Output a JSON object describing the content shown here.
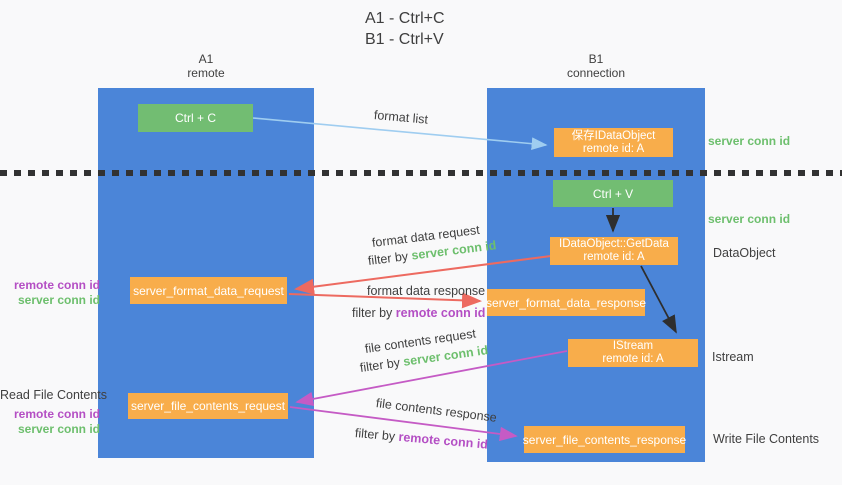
{
  "title": {
    "line1": "A1 - Ctrl+C",
    "line2": "B1 - Ctrl+V"
  },
  "lifelines": {
    "a1": {
      "name": "A1",
      "subtitle": "remote"
    },
    "b1": {
      "name": "B1",
      "subtitle": "connection"
    }
  },
  "boxes": {
    "ctrl_c": {
      "label": "Ctrl + C"
    },
    "ctrl_v": {
      "label": "Ctrl + V"
    },
    "save_dataobject": {
      "line1": "保存IDataObject",
      "line2": "remote id: A"
    },
    "getdata": {
      "line1": "IDataObject::GetData",
      "line2": "remote id: A"
    },
    "istream": {
      "line1": "IStream",
      "line2": "remote id: A"
    },
    "format_request": {
      "label": "server_format_data_request"
    },
    "format_response": {
      "label": "server_format_data_response"
    },
    "file_request": {
      "label": "server_file_contents_request"
    },
    "file_response": {
      "label": "server_file_contents_response"
    }
  },
  "arrow_labels": {
    "format_list": "format list",
    "format_data_request": "format data request",
    "format_data_response": "format data response",
    "file_contents_request": "file contents request",
    "file_contents_response": "file contents response",
    "filter_by": "filter by",
    "server_conn_id": "server conn id",
    "remote_conn_id": "remote conn id"
  },
  "side_labels": {
    "server_conn_id_top": "server conn id",
    "server_conn_id_mid": "server conn id",
    "dataobject": "DataObject",
    "istream": "Istream",
    "write_file_contents": "Write File Contents",
    "read_file_contents": "Read File Contents",
    "remote_conn_id": "remote conn id",
    "server_conn_id": "server conn id"
  },
  "colors": {
    "column-blue": "#4b85d8",
    "box-green": "#72bd72",
    "box-orange": "#f8ad4b",
    "arrow-red": "#ed6a60",
    "arrow-purple": "#c55bc5",
    "arrow-blue": "#9fcdf0",
    "arrow-black": "#2e2e2e",
    "text-green": "#6dbf6d",
    "text-purple": "#b44fc4",
    "text-dark": "#3f3f3f",
    "bg": "#f9f9fa"
  }
}
